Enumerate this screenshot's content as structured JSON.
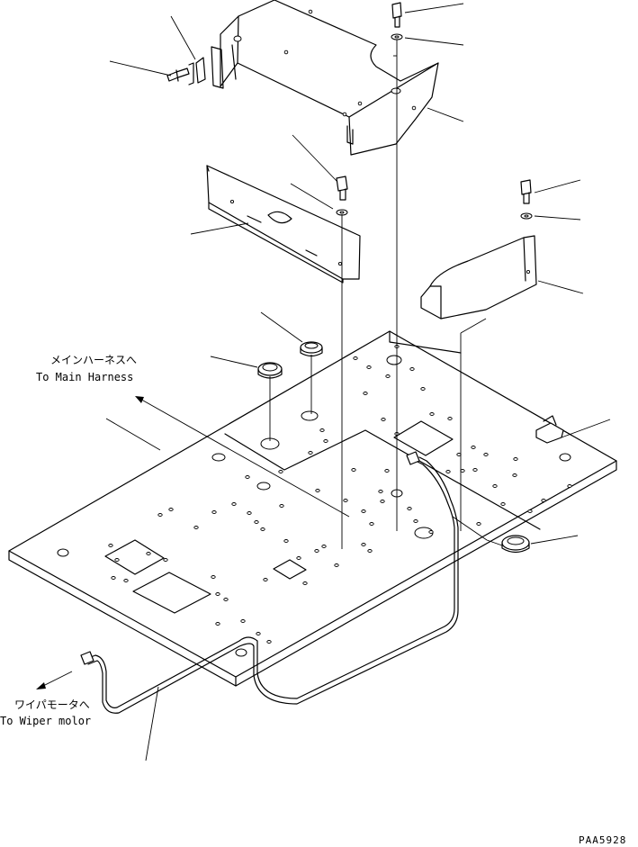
{
  "labels": {
    "main_harness_jp": "メインハーネスへ",
    "main_harness_en": "To Main Harness",
    "wiper_motor_jp": "ワイパモータへ",
    "wiper_motor_en": "To Wiper molor"
  },
  "drawing_code": "PAA5928"
}
